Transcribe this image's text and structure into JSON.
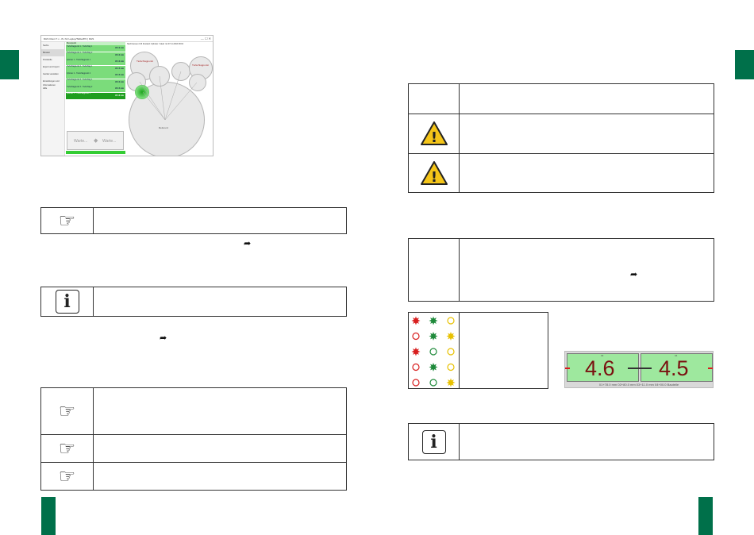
{
  "page": {
    "brand_color": "#00704a",
    "accent_green": "#9ee89e",
    "warning_yellow": "#f5c518",
    "led_colors": {
      "red": "#d81e1e",
      "green": "#1f8a3b",
      "yellow": "#e8c100"
    }
  },
  "screenshot": {
    "window_title": "DHS Client 7.x - 8.x für Laptop/Tablet/PC | DHS",
    "window_controls": "—  ☐  ✕",
    "sidebar_items": [
      "Suche",
      "Messen",
      "Protokolle",
      "Export und Import",
      "Geräte verwalten",
      "Einstellungen und Informationen",
      "Hilfe"
    ],
    "sidebar_active_index": 1,
    "list_header": "Messpunkt",
    "list_items": [
      {
        "label": "Tiefschlagpunkt 1 - Tiefschlag 1",
        "value": "Ø 3.0 mm"
      },
      {
        "label": "Tiefschlagpunkt 1 - Tiefschlag 2",
        "value": "Ø 3.0 mm"
      },
      {
        "label": "Zylinder 1 - Tiefschlagpunkt 1",
        "value": "Ø 4.0 mm"
      },
      {
        "label": "Tiefschlagpunkt 2 - Tiefschlag 1",
        "value": "Ø 2.5 mm"
      },
      {
        "label": "Zylinder 2 - Tiefschlagpunkt 2",
        "value": "Ø 4.5 mm"
      },
      {
        "label": "Tiefschlagpunkt 3 - Tiefschlag 1",
        "value": "Ø 3.0 mm"
      },
      {
        "label": "Tiefschlagpunkt 3 - Tiefschlag 2",
        "value": "Ø 3.5 mm"
      },
      {
        "label": "Zylinder 3 - Tiefschlagpunkt 3",
        "value": "Ø 4.6 mm"
      }
    ],
    "list_selected_index": 7,
    "mini_display_left": "Warte...",
    "mini_display_right": "Warte...",
    "canvas_header": "Nachmessen UIII Zustand: Zylinder / Ideal: rot 07.11.2016 08:02",
    "circle_labels": [
      "Tiefschlagpunkt",
      "Tiefschlagpunkt",
      "Referenz"
    ]
  },
  "display": {
    "left_value": "4.6",
    "right_value": "4.5",
    "left_caption": "03",
    "right_caption": "04",
    "status_line": "01+78.0 mm 02+80.0 mm 03+11.0 mm 04+00.0 Bauteile"
  },
  "icons": {
    "hand": "pointing-hand-icon",
    "info": "info-icon",
    "warning": "warning-triangle-icon",
    "arrow": "curved-arrow-icon"
  },
  "glyphs": {
    "arrow": "➦",
    "info": "i",
    "warning": "!",
    "hand": "☞"
  },
  "led_table": [
    [
      "red-on",
      "green-on",
      "yellow-off"
    ],
    [
      "red-off",
      "green-on",
      "yellow-on"
    ],
    [
      "red-on",
      "green-off",
      "yellow-off"
    ],
    [
      "red-off",
      "green-on",
      "yellow-off"
    ],
    [
      "red-off",
      "green-off",
      "yellow-on"
    ]
  ]
}
